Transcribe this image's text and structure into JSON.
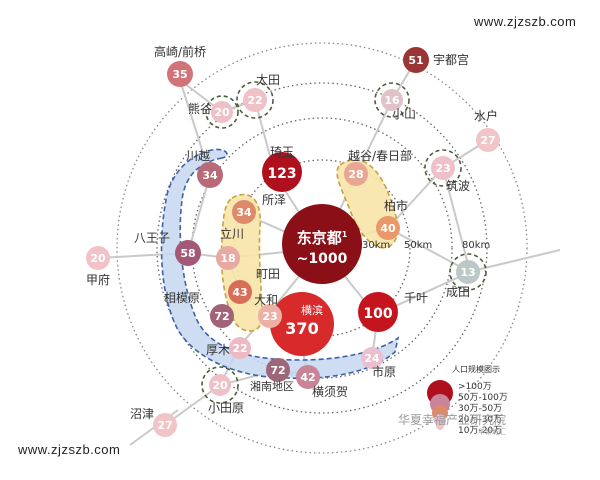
{
  "watermark": "www.zjzszb.com",
  "rings": [
    {
      "label": "30km"
    },
    {
      "label": "50km"
    },
    {
      "label": "80km"
    }
  ],
  "center": {
    "name": "东京都",
    "superscript": "1",
    "value": "~1000"
  },
  "nodes": [
    {
      "id": "kanagawa-big",
      "label": "横滨",
      "value": "370",
      "color": "#d82a2a"
    },
    {
      "id": "saitama",
      "label": "琦玉",
      "value": "123",
      "color": "#b0101e"
    },
    {
      "id": "chiba",
      "label": "千叶",
      "value": "100",
      "color": "#c4141e"
    },
    {
      "id": "utsunomiya",
      "label": "宇都宫",
      "value": "51",
      "color": "#9a3535"
    },
    {
      "id": "takasaki",
      "label": "高崎/前桥",
      "value": "35",
      "color": "#d2737a"
    },
    {
      "id": "kawagoe",
      "label": "川越",
      "value": "34",
      "color": "#b96a78"
    },
    {
      "id": "tokorozawa",
      "label": "所泽",
      "value": "34",
      "color": "#dd8a6a"
    },
    {
      "id": "koshigaya",
      "label": "越谷/春日部",
      "value": "28",
      "color": "#e9a694"
    },
    {
      "id": "hachioji",
      "label": "八王子",
      "value": "58",
      "color": "#a45878"
    },
    {
      "id": "kofu",
      "label": "甲府",
      "value": "20",
      "color": "#f1c3c8"
    },
    {
      "id": "tachikawa",
      "label": "立川",
      "value": "18",
      "color": "#e7a9a2"
    },
    {
      "id": "machida",
      "label": "町田",
      "value": "43",
      "color": "#d86e58"
    },
    {
      "id": "yamato",
      "label": "大和",
      "value": "23",
      "color": "#ecb0a6"
    },
    {
      "id": "sagamihara",
      "label": "相模原",
      "value": "72",
      "color": "#a26278"
    },
    {
      "id": "atsugi",
      "label": "厚木",
      "value": "22",
      "color": "#edb9c4"
    },
    {
      "id": "shonan",
      "label": "湘南地区",
      "value": "72",
      "color": "#9e6679"
    },
    {
      "id": "yokosuka",
      "label": "横须贺",
      "value": "42",
      "color": "#c98498"
    },
    {
      "id": "ichihara",
      "label": "市原",
      "value": "24",
      "color": "#ebbfcf"
    },
    {
      "id": "kashiwa",
      "label": "柏市",
      "value": "40",
      "color": "#e9986a"
    },
    {
      "id": "tsukuba",
      "label": "筑波",
      "value": "23",
      "color": "#f0c0c8"
    },
    {
      "id": "narita",
      "label": "成田",
      "value": "13",
      "color": "#bcc7c8"
    },
    {
      "id": "mito",
      "label": "水户",
      "value": "27",
      "color": "#f1c4c8"
    },
    {
      "id": "oyama",
      "label": "小山",
      "value": "16",
      "color": "#e2c2c9"
    },
    {
      "id": "ota",
      "label": "太田",
      "value": "22",
      "color": "#efc0c8"
    },
    {
      "id": "kumagaya",
      "label": "熊谷",
      "value": "20",
      "color": "#efc0c8"
    },
    {
      "id": "odawara",
      "label": "小田原",
      "value": "20",
      "color": "#efc0c8"
    },
    {
      "id": "numazu",
      "label": "沼津",
      "value": "27",
      "color": "#f1c4c8"
    }
  ],
  "legend": {
    "title": "人口规模图示",
    "items": [
      ">100万",
      "50万-100万",
      "30万-50万",
      "20万-30万",
      "10万-20万"
    ]
  },
  "credit": {
    "brand": "华夏幸福产业研究院",
    "source": "华新城汇"
  }
}
